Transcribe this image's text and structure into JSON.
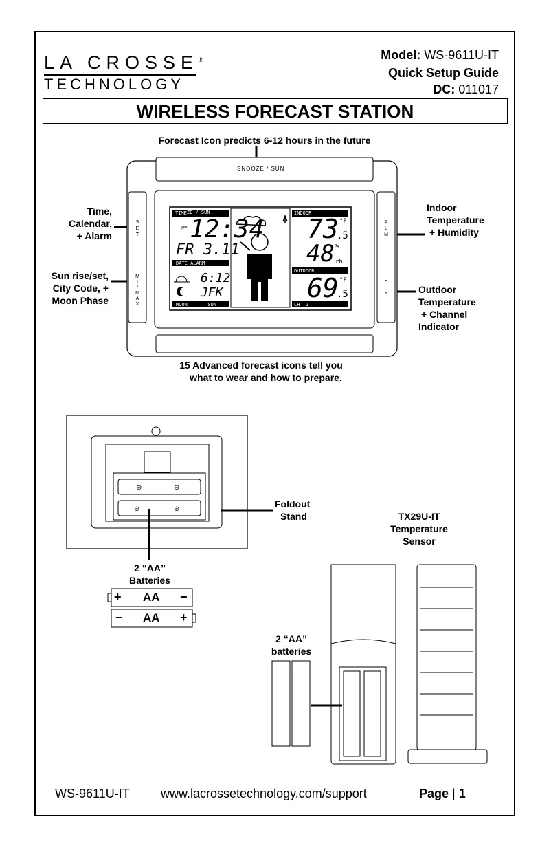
{
  "brand": {
    "line1": "LA CROSSE",
    "line2": "TECHNOLOGY",
    "reg": "®"
  },
  "header": {
    "model_label": "Model:",
    "model_value": "WS-9611U-IT",
    "guide": "Quick Setup Guide",
    "dc_label": "DC:",
    "dc_value": "011017"
  },
  "title": "WIRELESS FORECAST STATION",
  "callouts": {
    "forecast_icon": "Forecast Icon predicts 6-12 hours in the future",
    "time_1": "Time,",
    "time_2": "Calendar,",
    "time_3": "+ Alarm",
    "sun_1": "Sun rise/set,",
    "sun_2": "City Code, +",
    "sun_3": "Moon Phase",
    "indoor_1": "Indoor",
    "indoor_2": "Temperature",
    "indoor_3": "+ Humidity",
    "outdoor_1": "Outdoor",
    "outdoor_2": "Temperature",
    "outdoor_3": "+ Channel",
    "outdoor_4": "Indicator",
    "advanced_1": "15 Advanced forecast icons tell you",
    "advanced_2": "what to wear and how to prepare.",
    "foldout_1": "Foldout",
    "foldout_2": "Stand",
    "sensor_1": "TX29U-IT",
    "sensor_2": "Temperature",
    "sensor_3": "Sensor",
    "batt_1": "2 “AA”",
    "batt_2": "Batteries",
    "batt2_1": "2 “AA”",
    "batt2_2": "batteries"
  },
  "device": {
    "snooze": "SNOOZE / SUN",
    "left_buttons": "S E T",
    "left_buttons2": "M I / M A X",
    "right_buttons": "A L M",
    "right_buttons2": "C H +",
    "lcd": {
      "time_label": "TIME",
      "pm": "pm",
      "time": "12:34",
      "date": "FR 3.11",
      "date_alarm": "DATE  ALARM",
      "sun_time": "6:12",
      "city": "JFK",
      "moon_sun": "MOON       SUN",
      "indoor_label": "INDOOR",
      "indoor_temp": "73",
      "indoor_dec": ".5",
      "deg": "°F",
      "humidity": "48",
      "pct": "%",
      "rh": "rh",
      "outdoor_label": "OUTDOOR",
      "outdoor_temp": "69",
      "outdoor_dec": ".5",
      "channel": "CH  2"
    }
  },
  "battery_labels": {
    "aa": "AA",
    "plus": "+",
    "minus": "−"
  },
  "footer": {
    "model": "WS-9611U-IT",
    "url": "www.lacrossetechnology.com/support",
    "page_label": "Page",
    "page_sep": "|",
    "page_num": "1"
  }
}
